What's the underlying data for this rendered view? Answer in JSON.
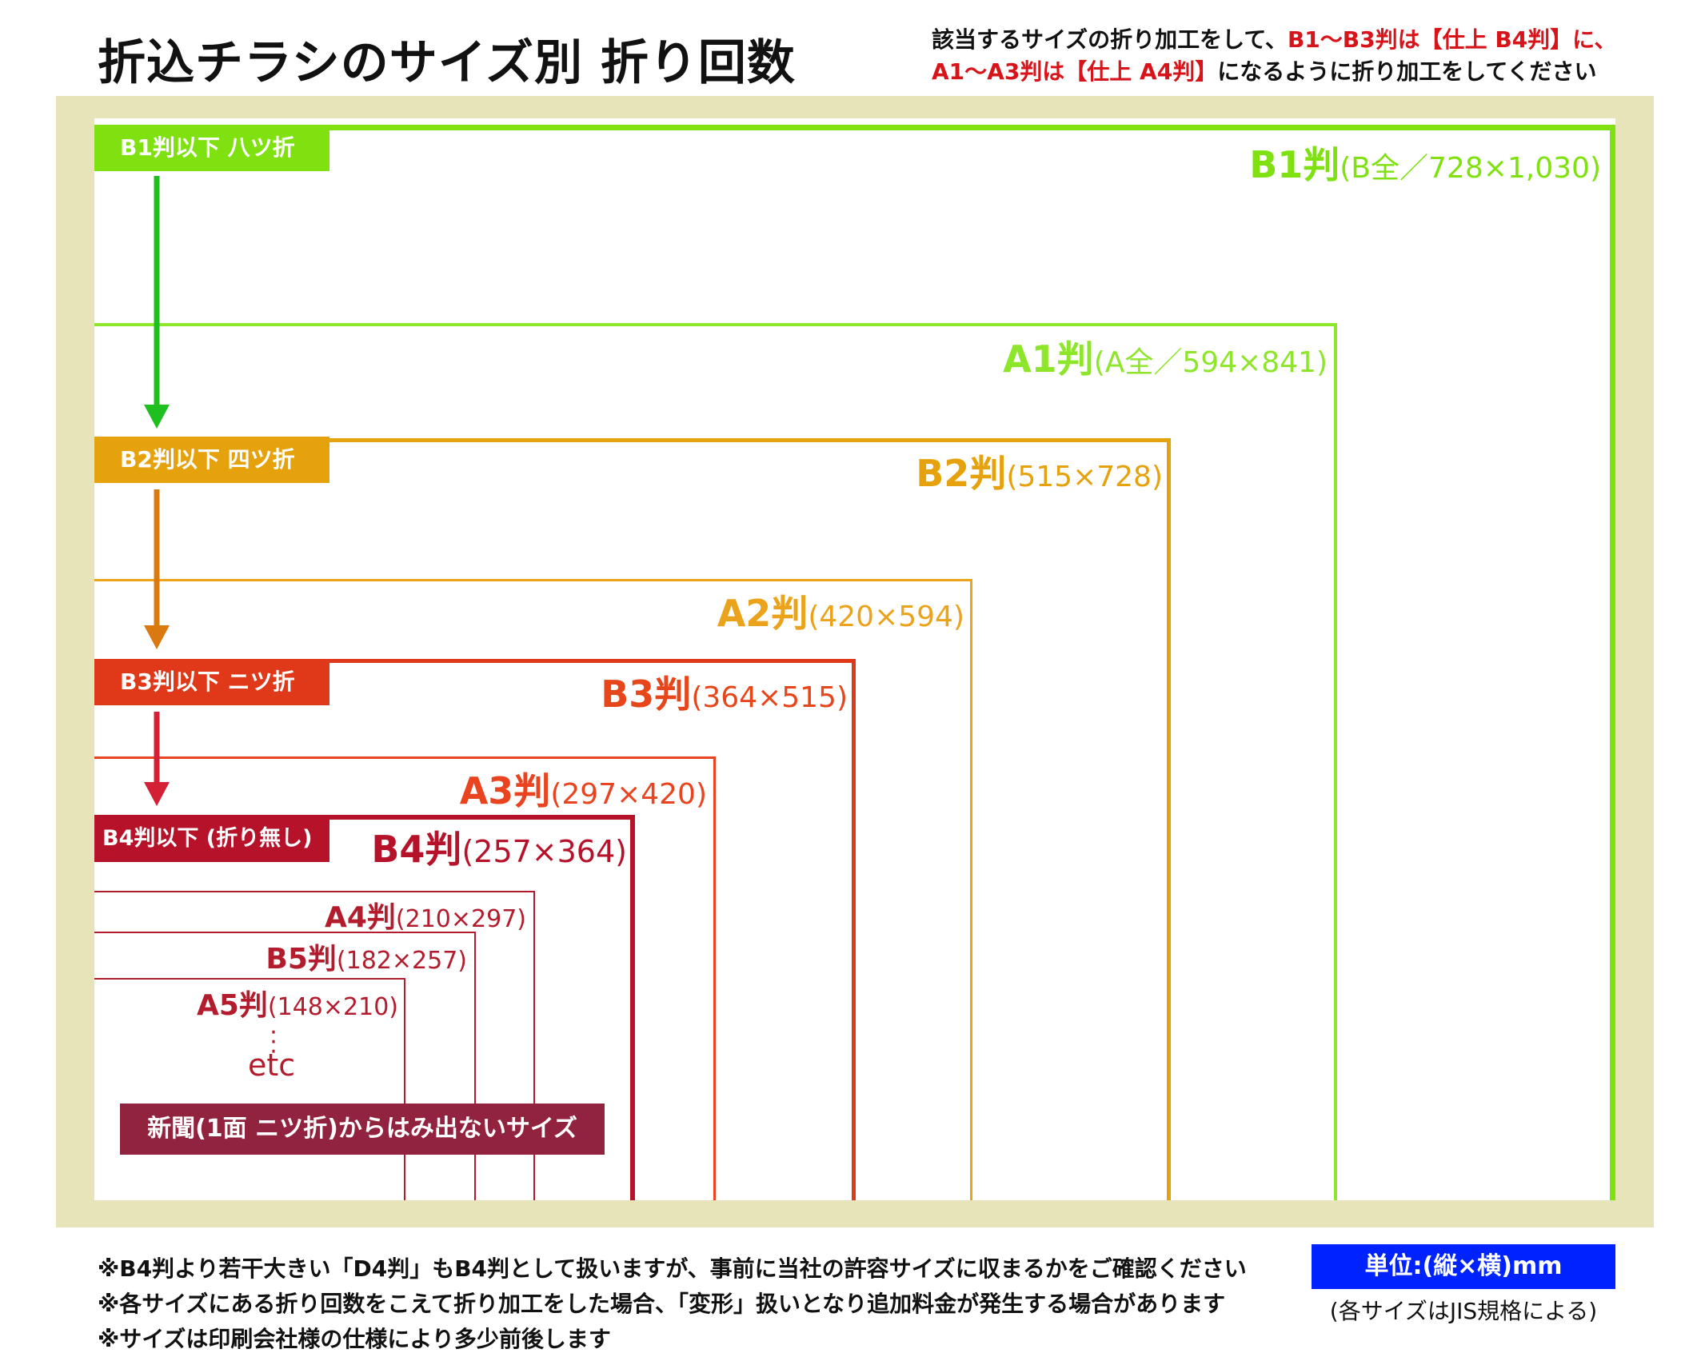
{
  "title": "折込チラシのサイズ別 折り回数",
  "note": {
    "line1_a": "該当するサイズの折り加工をして、",
    "line1_b": "B1〜B3判は【仕上 B4判】",
    "line1_c": "に、",
    "line2_a": "A1〜A3判は【仕上 A4判】",
    "line2_b": "になるように折り加工をしてください"
  },
  "sizes": [
    {
      "id": "b1",
      "name": "B1判",
      "dims": "(B全／728×1,030)",
      "color": "#7fe10f"
    },
    {
      "id": "a1",
      "name": "A1判",
      "dims": "(A全／594×841)",
      "color": "#8ee62a"
    },
    {
      "id": "b2",
      "name": "B2判",
      "dims": "(515×728)",
      "color": "#e6a20c"
    },
    {
      "id": "a2",
      "name": "A2判",
      "dims": "(420×594)",
      "color": "#eaa31a"
    },
    {
      "id": "b3",
      "name": "B3判",
      "dims": "(364×515)",
      "color": "#e7461a"
    },
    {
      "id": "a3",
      "name": "A3判",
      "dims": "(297×420)",
      "color": "#e9441f"
    },
    {
      "id": "b4",
      "name": "B4判",
      "dims": "(257×364)",
      "color": "#b6122a"
    },
    {
      "id": "a4",
      "name": "A4判",
      "dims": "(210×297)",
      "color": "#b31c2d"
    },
    {
      "id": "b5",
      "name": "B5判",
      "dims": "(182×257)",
      "color": "#b31c2d"
    },
    {
      "id": "a5",
      "name": "A5判",
      "dims": "(148×210)",
      "color": "#b31c2d"
    }
  ],
  "tags": [
    {
      "id": "tag-b1",
      "text": "B1判以下 八ツ折",
      "color": "#7fe10f"
    },
    {
      "id": "tag-b2",
      "text": "B2判以下 四ツ折",
      "color": "#e6a20c"
    },
    {
      "id": "tag-b3",
      "text": "B3判以下 ニツ折",
      "color": "#e0391a"
    },
    {
      "id": "tag-b4",
      "text": "B4判以下 (折り無し)",
      "color": "#b6122a"
    }
  ],
  "arrows": [
    {
      "id": "arrow-1",
      "color": "#1fbf1f"
    },
    {
      "id": "arrow-2",
      "color": "#d9790f"
    },
    {
      "id": "arrow-3",
      "color": "#d42035"
    }
  ],
  "etc": "etc",
  "newspaper_bar": "新聞(1面 ニツ折)からはみ出ないサイズ",
  "footnotes": [
    "※B4判より若干大きい「D4判」もB4判として扱いますが、事前に当社の許容サイズに収まるかをご確認ください",
    "※各サイズにある折り回数をこえて折り加工をした場合、「変形」扱いとなり追加料金が発生する場合があります",
    "※サイズは印刷会社様の仕様により多少前後します"
  ],
  "unit_label": "単位:(縦×横)mm",
  "jis_note": "(各サイズはJIS規格による)"
}
